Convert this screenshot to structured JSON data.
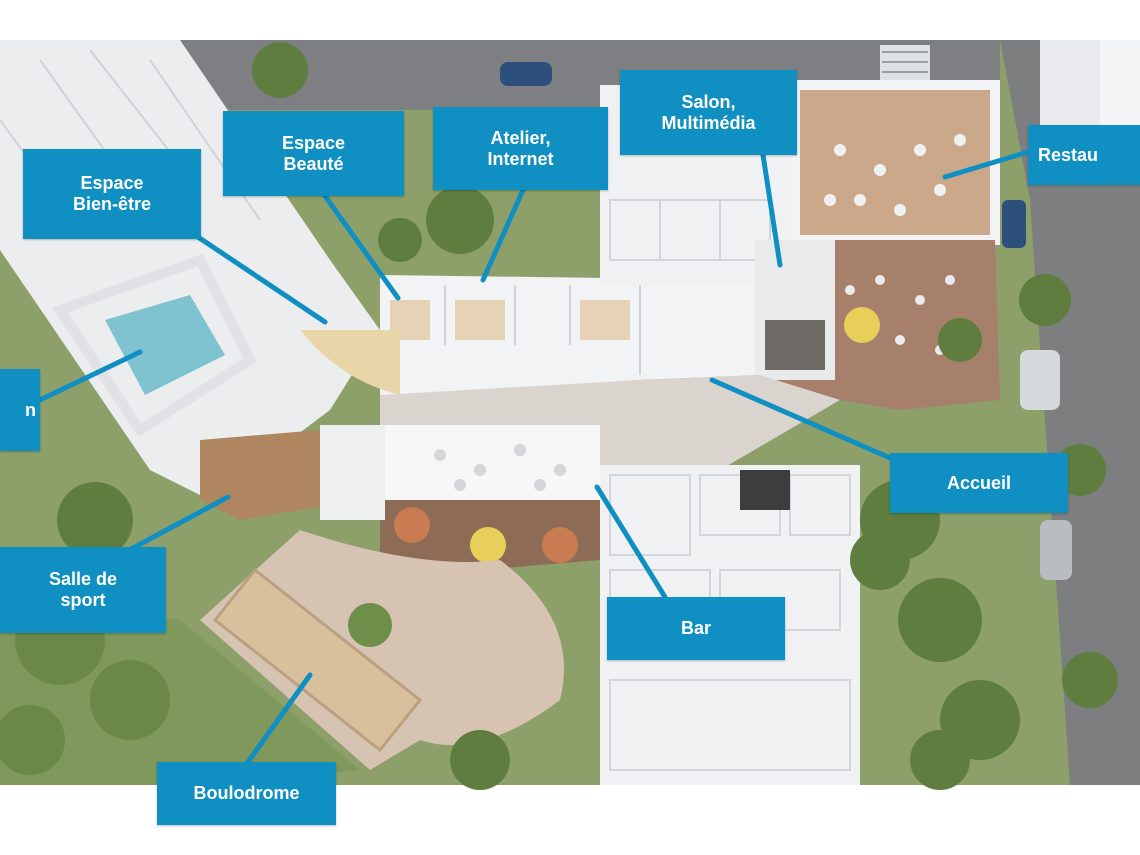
{
  "colors": {
    "label_background": "#0f8fc2",
    "label_text": "#ffffff",
    "leader_line": "#0f8fc2"
  },
  "labels": {
    "espace_bien_etre": "Espace\nBien-être",
    "espace_beaute": "Espace\nBeauté",
    "atelier_internet": "Atelier,\nInternet",
    "salon_multimedia": "Salon,\nMultimédia",
    "restaurant": "Restau",
    "piscine": "n",
    "salle_de_sport": "Salle de\nsport",
    "accueil": "Accueil",
    "bar": "Bar",
    "boulodrome": "Boulodrome"
  }
}
